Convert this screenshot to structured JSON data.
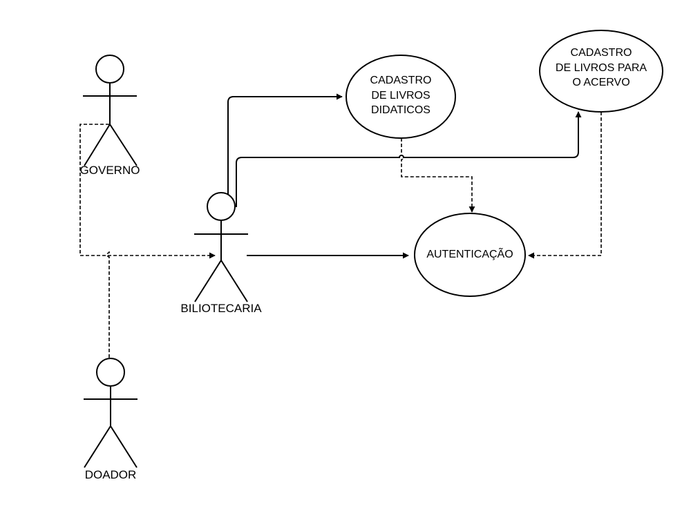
{
  "actors": {
    "governo": "GOVERNO",
    "bibliotecaria": "BILIOTECARIA",
    "doador": "DOADOR"
  },
  "use_cases": {
    "didaticos": [
      "CADASTRO",
      "DE LIVROS",
      "DIDATICOS"
    ],
    "acervo": [
      "CADASTRO",
      "DE LIVROS PARA",
      "O ACERVO"
    ],
    "autenticacao": [
      "AUTENTICAÇÃO"
    ]
  },
  "colors": {
    "stroke": "#000000",
    "background": "#ffffff"
  }
}
